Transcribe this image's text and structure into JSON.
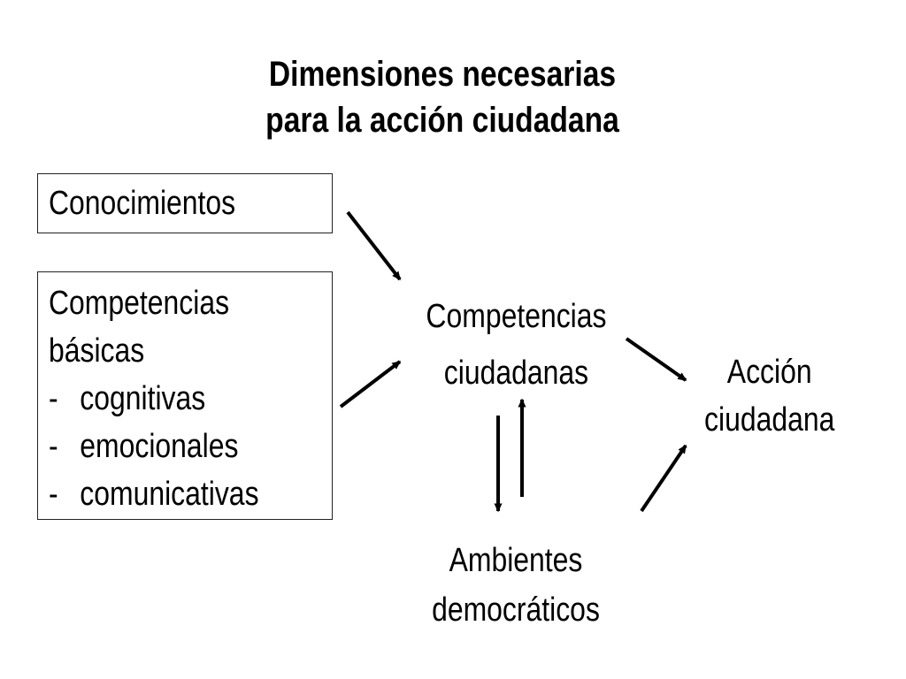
{
  "title": {
    "line1": "Dimensiones necesarias",
    "line2": "para la acción ciudadana"
  },
  "nodes": {
    "conocimientos": "Conocimientos",
    "competencias_basicas": {
      "heading_line1": "Competencias",
      "heading_line2": "básicas",
      "items": [
        "cognitivas",
        "emocionales",
        "comunicativas"
      ],
      "bullet": "-"
    },
    "competencias_ciudadanas": {
      "line1": "Competencias",
      "line2": "ciudadanas"
    },
    "accion_ciudadana": {
      "line1": "Acción",
      "line2": "ciudadana"
    },
    "ambientes_democraticos": {
      "line1": "Ambientes",
      "line2": "democráticos"
    }
  },
  "edges": [
    {
      "from": "Conocimientos",
      "to": "Competencias ciudadanas"
    },
    {
      "from": "Competencias básicas",
      "to": "Competencias ciudadanas"
    },
    {
      "from": "Competencias ciudadanas",
      "to": "Acción ciudadana"
    },
    {
      "from": "Competencias ciudadanas",
      "to": "Ambientes democráticos"
    },
    {
      "from": "Ambientes democráticos",
      "to": "Competencias ciudadanas"
    },
    {
      "from": "Ambientes democráticos",
      "to": "Acción ciudadana"
    }
  ],
  "colors": {
    "background": "#ffffff",
    "text": "#000000",
    "arrow": "#000000",
    "box_border": "#222222"
  }
}
